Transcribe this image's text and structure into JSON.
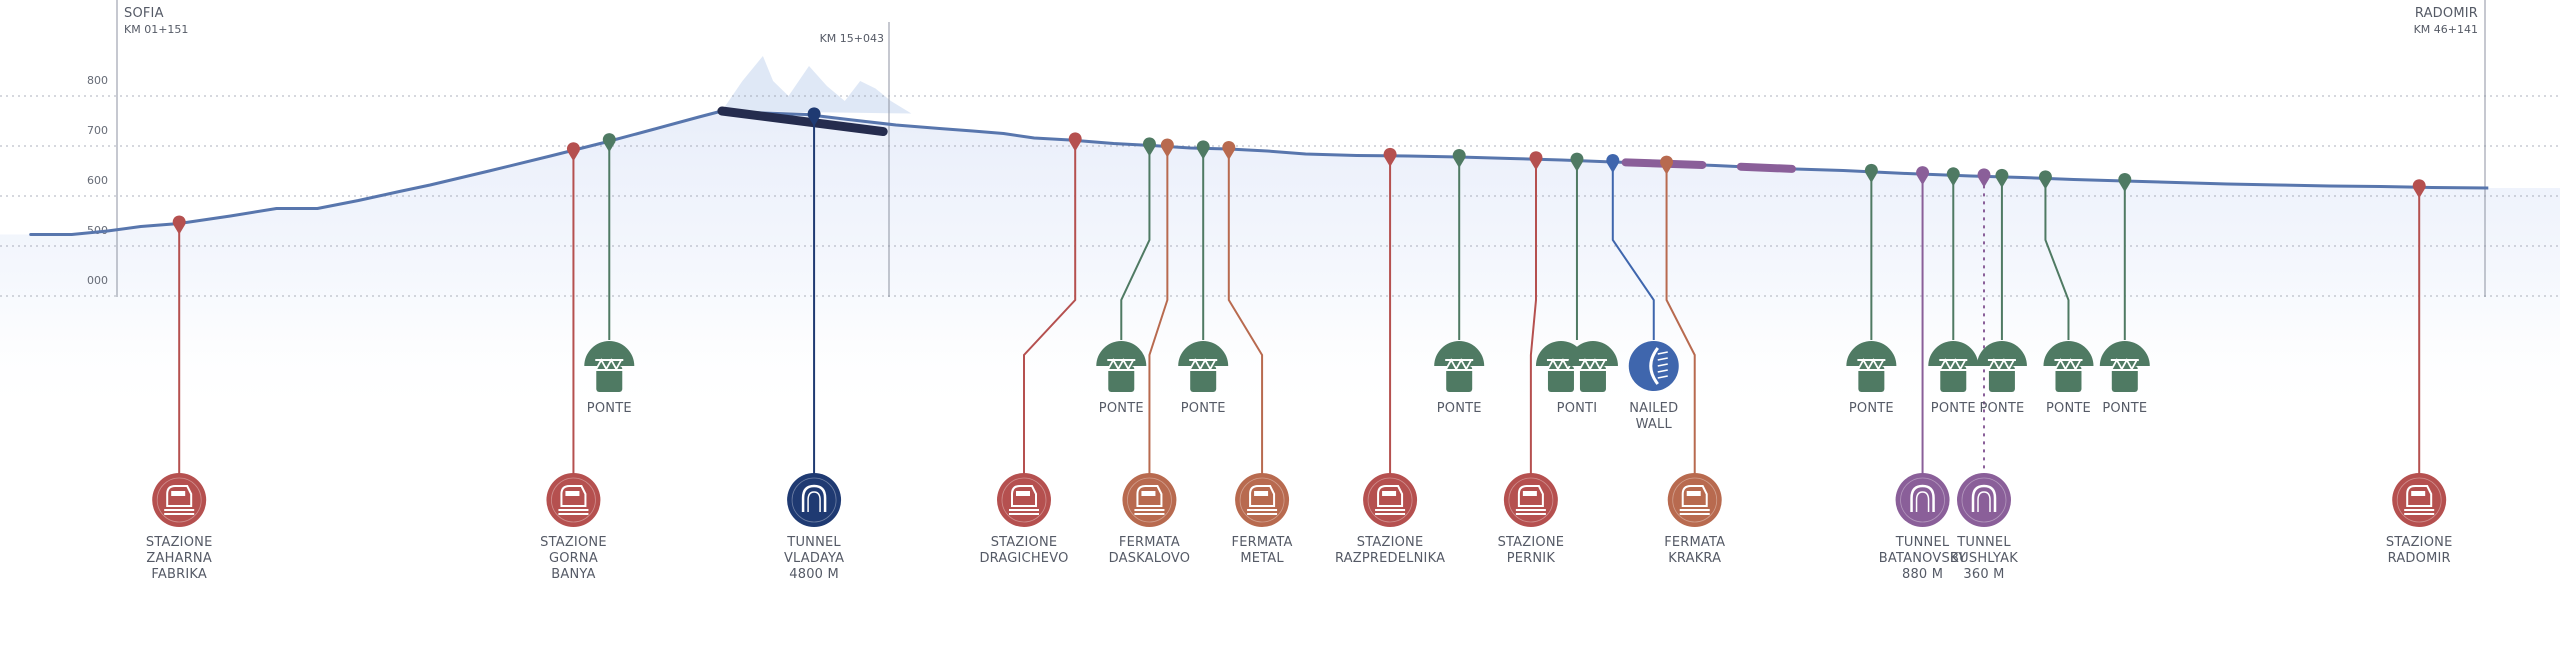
{
  "colors": {
    "profile": "#5876ad",
    "station": "#b5504f",
    "stop": "#b86a4f",
    "bridge": "#4f7a63",
    "tunnel_long": "#1f3a72",
    "tunnel_short": "#8a5f99",
    "wall": "#3f66ad",
    "tunnel_bar": "#252c4e",
    "mountain": "#dbe5f5",
    "fill_top": "#eef2fb",
    "grid": "#8c92a0"
  },
  "axis": {
    "ticks": [
      {
        "value": 800,
        "label": "800"
      },
      {
        "value": 700,
        "label": "700"
      },
      {
        "value": 600,
        "label": "600"
      },
      {
        "value": 500,
        "label": "500"
      },
      {
        "value": 400,
        "label": "000"
      }
    ]
  },
  "markers": {
    "start": {
      "name": "SOFIA",
      "km": "KM 01+151"
    },
    "mid": {
      "km": "KM 15+043"
    },
    "end": {
      "name": "RADOMIR",
      "km": "KM 46+141"
    }
  },
  "profile": {
    "points": [
      [
        1.2,
        523
      ],
      [
        2.8,
        523
      ],
      [
        4.2,
        530
      ],
      [
        5.5,
        539
      ],
      [
        7.0,
        545
      ],
      [
        9.0,
        560
      ],
      [
        10.8,
        575
      ],
      [
        12.4,
        575
      ],
      [
        14.0,
        591
      ],
      [
        15.6,
        609
      ],
      [
        16.8,
        622
      ],
      [
        19.1,
        650
      ],
      [
        21.5,
        680
      ],
      [
        23.6,
        707
      ],
      [
        25.5,
        733
      ],
      [
        27.3,
        758
      ],
      [
        28.2,
        770
      ],
      [
        29.8,
        766
      ],
      [
        31.5,
        763
      ],
      [
        33.3,
        752
      ],
      [
        35.0,
        742
      ],
      [
        36.7,
        735
      ],
      [
        38.0,
        730
      ],
      [
        39.2,
        725
      ],
      [
        40.4,
        716
      ],
      [
        41.8,
        712
      ],
      [
        43.5,
        705
      ],
      [
        45.0,
        701
      ],
      [
        46.5,
        696
      ],
      [
        48.0,
        694
      ],
      [
        49.5,
        690
      ],
      [
        51.0,
        684
      ],
      [
        53.0,
        681
      ],
      [
        55.0,
        680
      ],
      [
        57.0,
        678
      ],
      [
        59.0,
        675
      ],
      [
        61.0,
        672
      ],
      [
        63.0,
        668
      ],
      [
        65.0,
        665
      ],
      [
        67.0,
        661
      ],
      [
        69.5,
        655
      ],
      [
        72.0,
        651
      ],
      [
        74.5,
        645
      ],
      [
        77.0,
        640
      ],
      [
        79.0,
        637
      ],
      [
        81.0,
        633
      ],
      [
        83.0,
        630
      ],
      [
        85.0,
        627
      ],
      [
        87.0,
        624
      ],
      [
        89.0,
        622
      ],
      [
        91.0,
        620
      ],
      [
        93.0,
        619
      ],
      [
        95.0,
        617
      ],
      [
        97.2,
        616
      ]
    ],
    "tunnel_bars": [
      {
        "from": 28.2,
        "to": 34.5,
        "kind": "long"
      },
      {
        "from": 63.5,
        "to": 66.5,
        "kind": "short"
      },
      {
        "from": 68.0,
        "to": 70.0,
        "kind": "short"
      }
    ]
  },
  "mountain": {
    "points": [
      [
        28.2,
        770
      ],
      [
        29.0,
        830
      ],
      [
        29.8,
        880
      ],
      [
        30.2,
        830
      ],
      [
        30.8,
        800
      ],
      [
        31.6,
        860
      ],
      [
        32.3,
        820
      ],
      [
        33.0,
        790
      ],
      [
        33.6,
        830
      ],
      [
        34.2,
        815
      ],
      [
        34.8,
        790
      ],
      [
        35.6,
        765
      ]
    ]
  },
  "features": [
    {
      "id": "zaharna",
      "type": "station",
      "tier": "low",
      "pos": 7.0,
      "lx": 7.0,
      "label_lines": [
        "STAZIONE",
        "ZAHARNA",
        "FABRIKA"
      ]
    },
    {
      "id": "gorna",
      "type": "station",
      "tier": "low",
      "pos": 22.4,
      "lx": 22.4,
      "label_lines": [
        "STAZIONE",
        "GORNA",
        "BANYA"
      ]
    },
    {
      "id": "ponte1",
      "type": "bridge",
      "tier": "high",
      "pos": 23.8,
      "lx": 23.8,
      "label_lines": [
        "PONTE"
      ]
    },
    {
      "id": "vladaya",
      "type": "tunnel_long",
      "tier": "low",
      "pos": 31.8,
      "lx": 31.8,
      "label_lines": [
        "TUNNEL",
        "VLADAYA",
        "4800 M"
      ]
    },
    {
      "id": "dragichevo",
      "type": "station",
      "tier": "low",
      "pos": 42.0,
      "lx": 40.0,
      "label_lines": [
        "STAZIONE",
        "DRAGICHEVO"
      ]
    },
    {
      "id": "ponte2",
      "type": "bridge",
      "tier": "high",
      "pos": 44.9,
      "lx": 43.8,
      "label_lines": [
        "PONTE"
      ]
    },
    {
      "id": "daskalovo",
      "type": "stop",
      "tier": "low",
      "pos": 45.6,
      "lx": 44.9,
      "label_lines": [
        "FERMATA",
        "DASKALOVO"
      ]
    },
    {
      "id": "ponte3",
      "type": "bridge",
      "tier": "high",
      "pos": 47.0,
      "lx": 47.0,
      "label_lines": [
        "PONTE"
      ]
    },
    {
      "id": "metal",
      "type": "stop",
      "tier": "low",
      "pos": 48.0,
      "lx": 49.3,
      "label_lines": [
        "FERMATA",
        "METAL"
      ]
    },
    {
      "id": "razpredelnika",
      "type": "station",
      "tier": "low",
      "pos": 54.3,
      "lx": 54.3,
      "label_lines": [
        "STAZIONE",
        "RAZPREDELNIKA"
      ]
    },
    {
      "id": "ponte4",
      "type": "bridge",
      "tier": "high",
      "pos": 57.0,
      "lx": 57.0,
      "label_lines": [
        "PONTE"
      ]
    },
    {
      "id": "pernik",
      "type": "station",
      "tier": "low",
      "pos": 60.0,
      "lx": 59.8,
      "label_lines": [
        "STAZIONE",
        "PERNIK"
      ]
    },
    {
      "id": "ponti",
      "type": "bridge_double",
      "tier": "high",
      "pos": 61.6,
      "lx": 61.6,
      "label_lines": [
        "PONTI"
      ]
    },
    {
      "id": "nailed",
      "type": "wall",
      "tier": "high",
      "pos": 63.0,
      "lx": 64.6,
      "label_lines": [
        "NAILED",
        "WALL"
      ]
    },
    {
      "id": "krakra",
      "type": "stop",
      "tier": "low",
      "pos": 65.1,
      "lx": 66.2,
      "label_lines": [
        "FERMATA",
        "KRAKRA"
      ]
    },
    {
      "id": "ponte5",
      "type": "bridge",
      "tier": "high",
      "pos": 73.1,
      "lx": 73.1,
      "label_lines": [
        "PONTE"
      ]
    },
    {
      "id": "batanovsky",
      "type": "tunnel_short",
      "tier": "low",
      "pos": 75.1,
      "lx": 75.1,
      "label_lines": [
        "TUNNEL",
        "BATANOVSKY",
        "880 M"
      ]
    },
    {
      "id": "ponte6",
      "type": "bridge",
      "tier": "high",
      "pos": 76.3,
      "lx": 76.3,
      "label_lines": [
        "PONTE"
      ]
    },
    {
      "id": "bushlyak",
      "type": "tunnel_short",
      "tier": "low",
      "pos": 77.5,
      "lx": 77.5,
      "label_lines": [
        "TUNNEL",
        "BUSHLYAK",
        "360 M"
      ]
    },
    {
      "id": "ponte7",
      "type": "bridge",
      "tier": "high",
      "pos": 78.2,
      "lx": 78.2,
      "label_lines": [
        "PONTE"
      ]
    },
    {
      "id": "ponte8",
      "type": "bridge",
      "tier": "high",
      "pos": 79.9,
      "lx": 80.8,
      "label_lines": [
        "PONTE"
      ]
    },
    {
      "id": "ponte9",
      "type": "bridge",
      "tier": "high",
      "pos": 83.0,
      "lx": 83.0,
      "label_lines": [
        "PONTE"
      ]
    },
    {
      "id": "radomir",
      "type": "station",
      "tier": "low",
      "pos": 94.5,
      "lx": 94.5,
      "label_lines": [
        "STAZIONE",
        "RADOMIR"
      ]
    }
  ]
}
